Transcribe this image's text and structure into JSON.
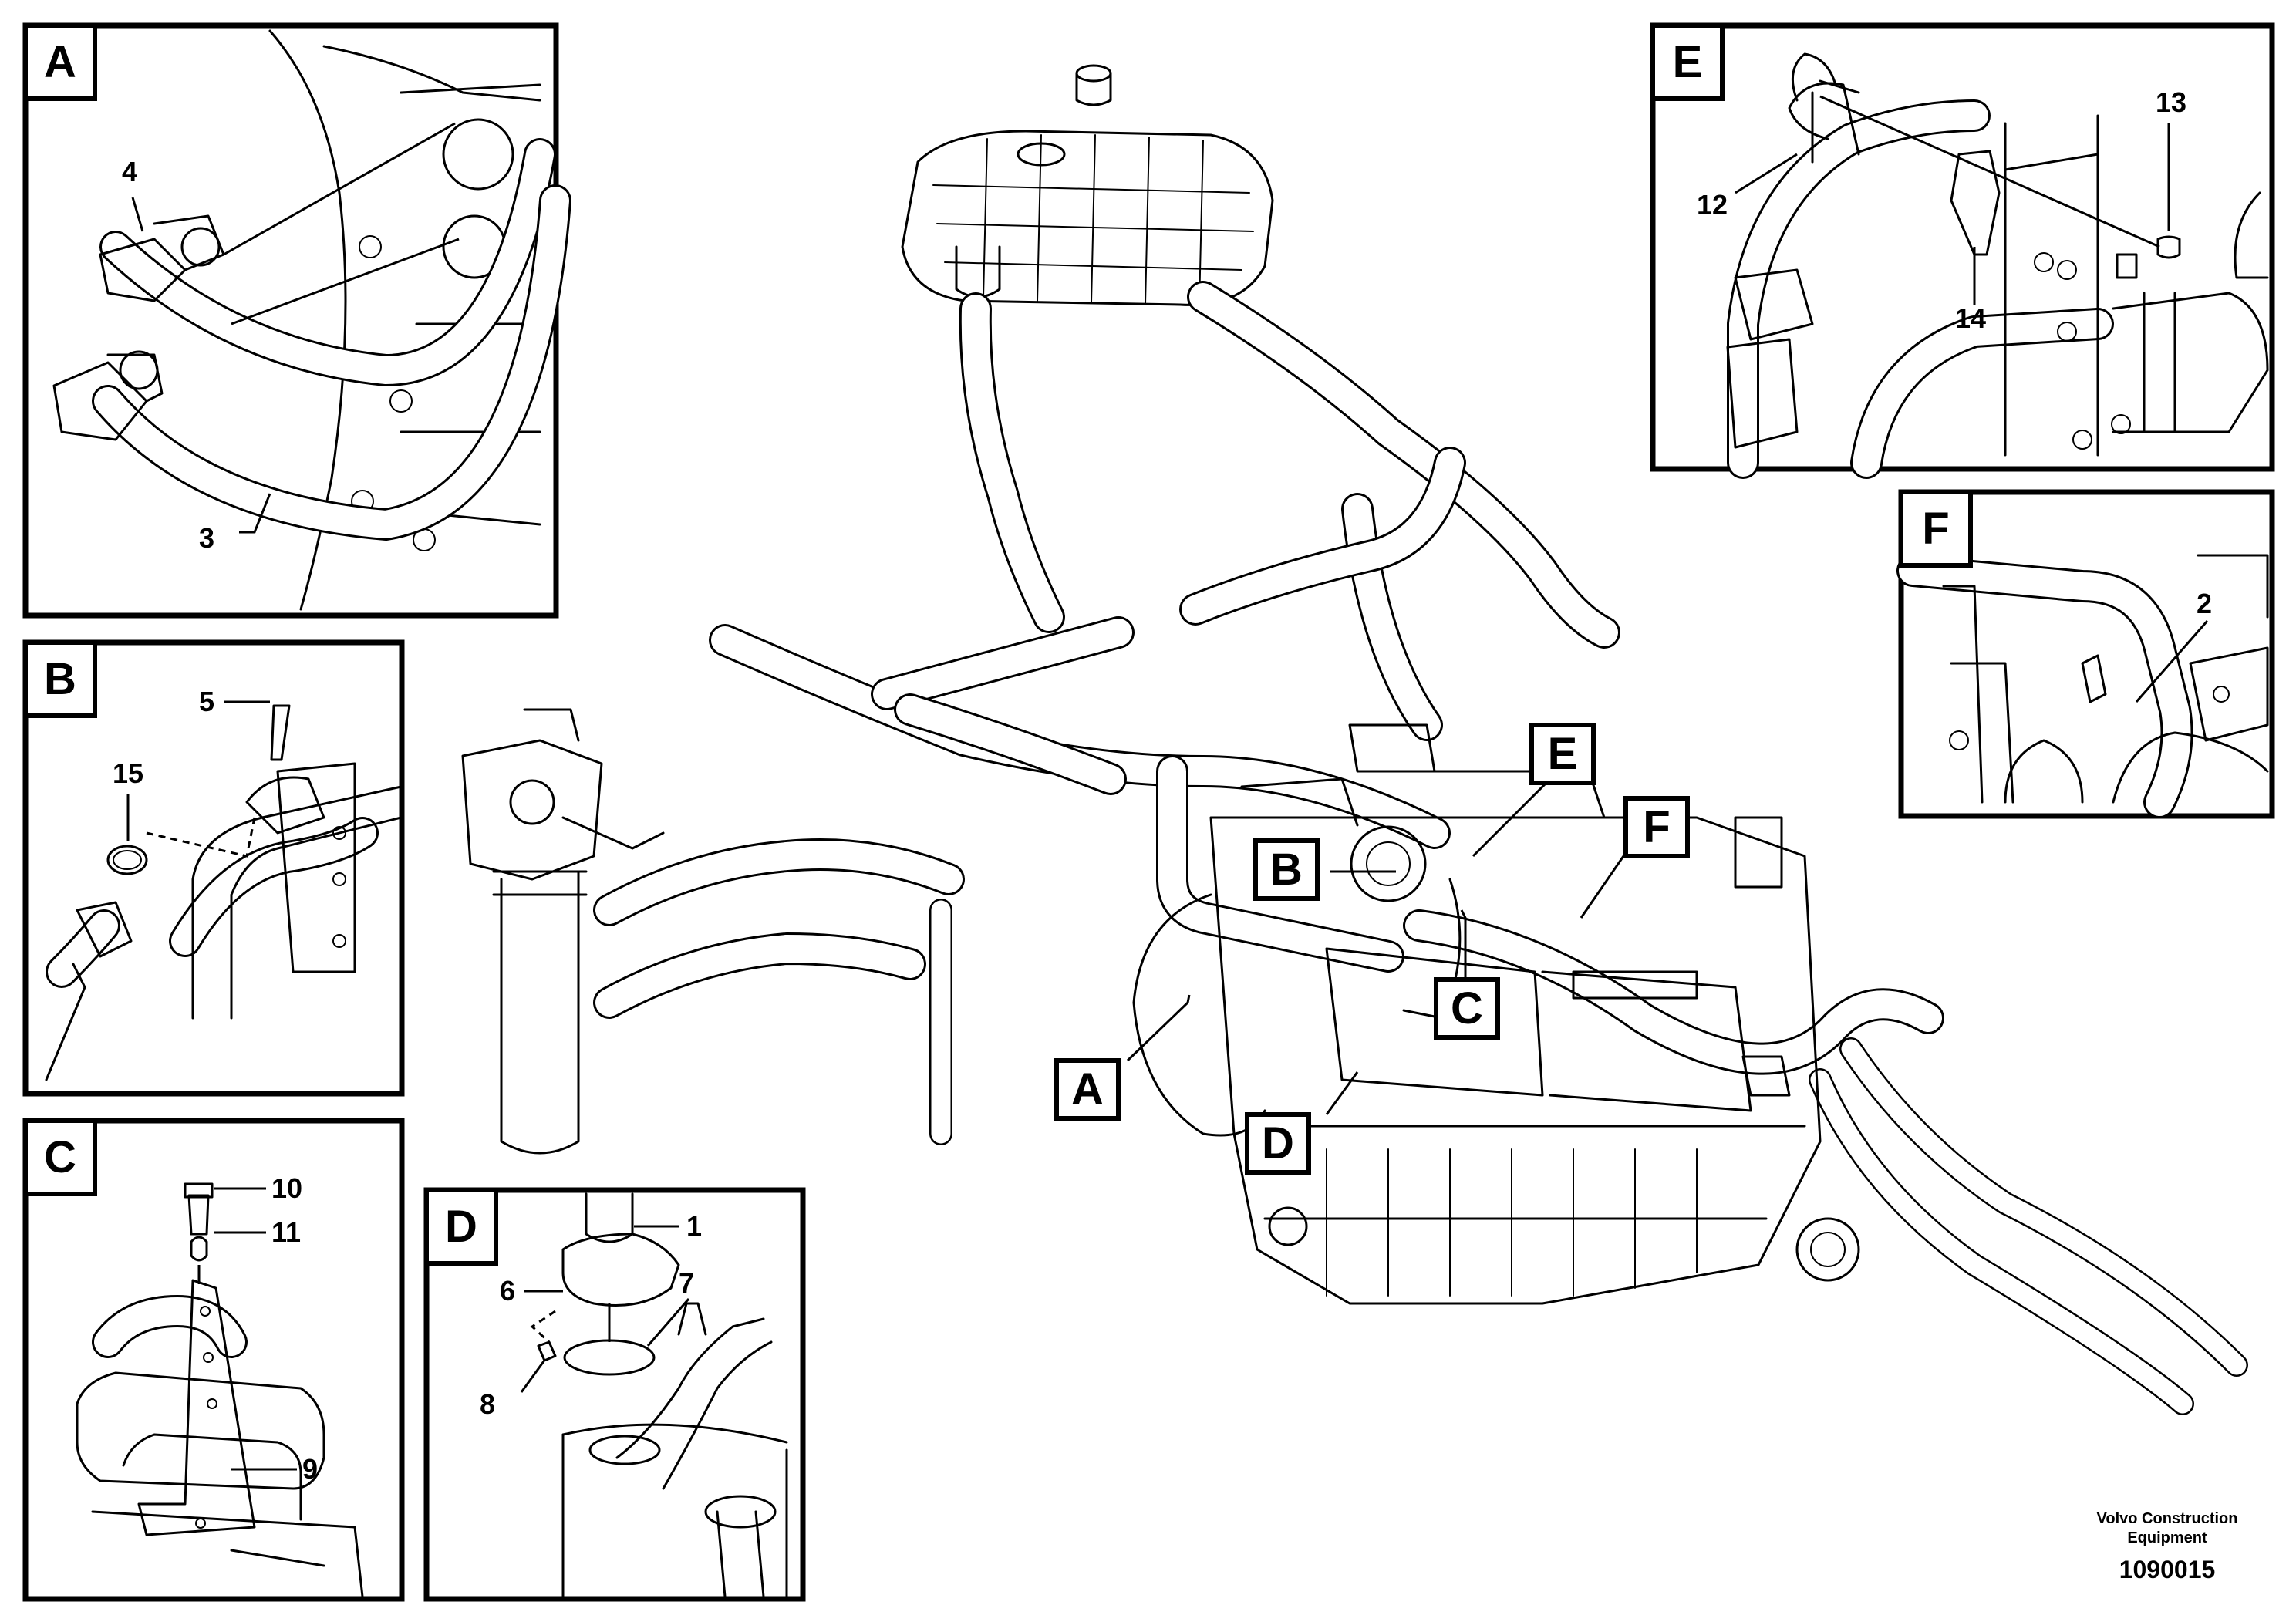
{
  "callouts": {
    "A": "A",
    "B": "B",
    "C": "C",
    "D": "D",
    "E": "E",
    "F": "F"
  },
  "part_numbers": {
    "p1": "1",
    "p2": "2",
    "p3": "3",
    "p4": "4",
    "p5": "5",
    "p6": "6",
    "p7": "7",
    "p8": "8",
    "p9": "9",
    "p10": "10",
    "p11": "11",
    "p12": "12",
    "p13": "13",
    "p14": "14",
    "p15": "15"
  },
  "footer": {
    "company_line1": "Volvo Construction",
    "company_line2": "Equipment",
    "drawing_number": "1090015"
  }
}
